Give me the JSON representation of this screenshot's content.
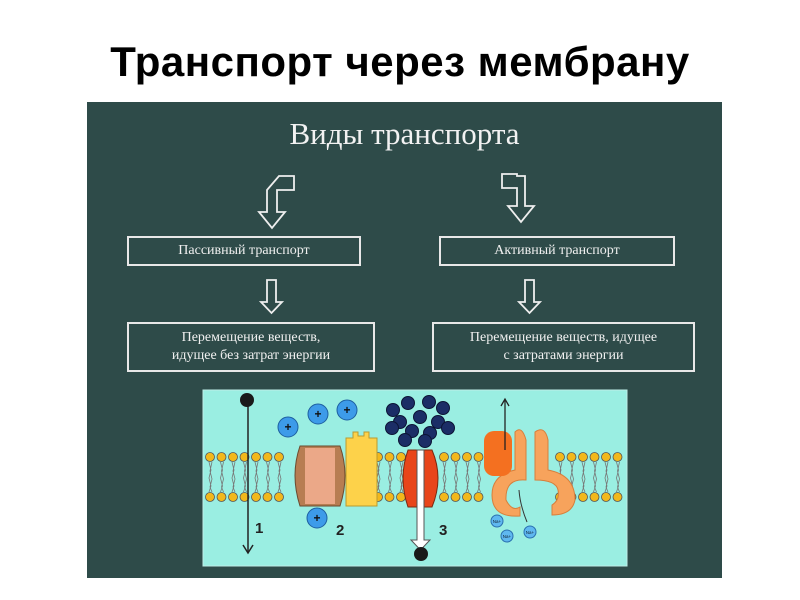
{
  "slide": {
    "title": "Транспорт через мембрану",
    "panel_title": "Виды транспорта",
    "passive": {
      "label": "Пассивный транспорт",
      "description_line1": "Перемещение веществ,",
      "description_line2": "идущее без затрат энергии"
    },
    "active": {
      "label": "Активный транспорт",
      "description_line1": "Перемещение веществ, идущее",
      "description_line2": "с затратами энергии"
    },
    "illustration": {
      "labels": [
        "1",
        "2",
        "3"
      ],
      "ion_label": "Na+",
      "colors": {
        "panel": "#2e4b49",
        "illustration_bg": "#9aeee2",
        "lipid_head": "#f2b81c",
        "ion": "#3d9be9",
        "channel_brown": "#c78a5c",
        "channel_yellow": "#fdd24a",
        "channel_red": "#e8451a",
        "pump": "#f7a35c"
      }
    }
  }
}
